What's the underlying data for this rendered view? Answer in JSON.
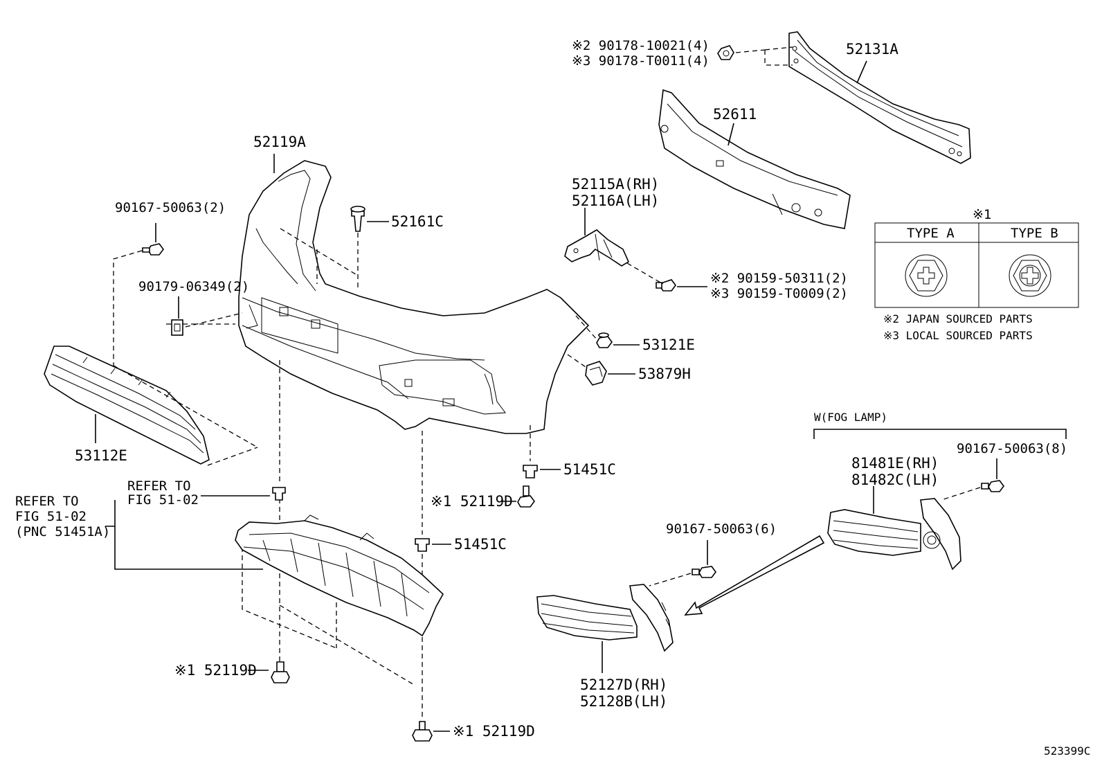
{
  "labels": {
    "p52131A": "52131A",
    "p52611": "52611",
    "p52119A": "52119A",
    "p52161C": "52161C",
    "p52115A": "52115A(RH)",
    "p52116A": "52116A(LH)",
    "p53121E": "53121E",
    "p53879H": "53879H",
    "p53112E": "53112E",
    "p51451C_a": "51451C",
    "p51451C_b": "51451C",
    "p52119D_a": "※1 52119D",
    "p52119D_b": "※1 52119D",
    "p52119D_c": "※1 52119D",
    "p81481E": "81481E(RH)",
    "p81482C": "81482C(LH)",
    "p52127D": "52127D(RH)",
    "p52128B": "52128B(LH)",
    "bolt_90167_2": "90167-50063(2)",
    "bolt_90167_6": "90167-50063(6)",
    "bolt_90167_8": "90167-50063(8)",
    "nut_90179": "90179-06349(2)",
    "nut_90178_jp": "※2 90178-10021(4)",
    "nut_90178_local": "※3 90178-T0011(4)",
    "bolt_90159_jp": "※2 90159-50311(2)",
    "bolt_90159_local": "※3 90159-T0009(2)",
    "refer_inner_1": "REFER TO",
    "refer_inner_2": "FIG 51-02",
    "refer_outer_1": "REFER TO",
    "refer_outer_2": "FIG 51-02",
    "refer_outer_3": "(PNC 51451A)",
    "fog_lamp": "W(FOG LAMP)",
    "diagram_id": "523399C"
  },
  "legend": {
    "mark": "※1",
    "type_a": "TYPE A",
    "type_b": "TYPE B",
    "note_jp": "※2  JAPAN SOURCED PARTS",
    "note_local": "※3  LOCAL SOURCED PARTS"
  }
}
